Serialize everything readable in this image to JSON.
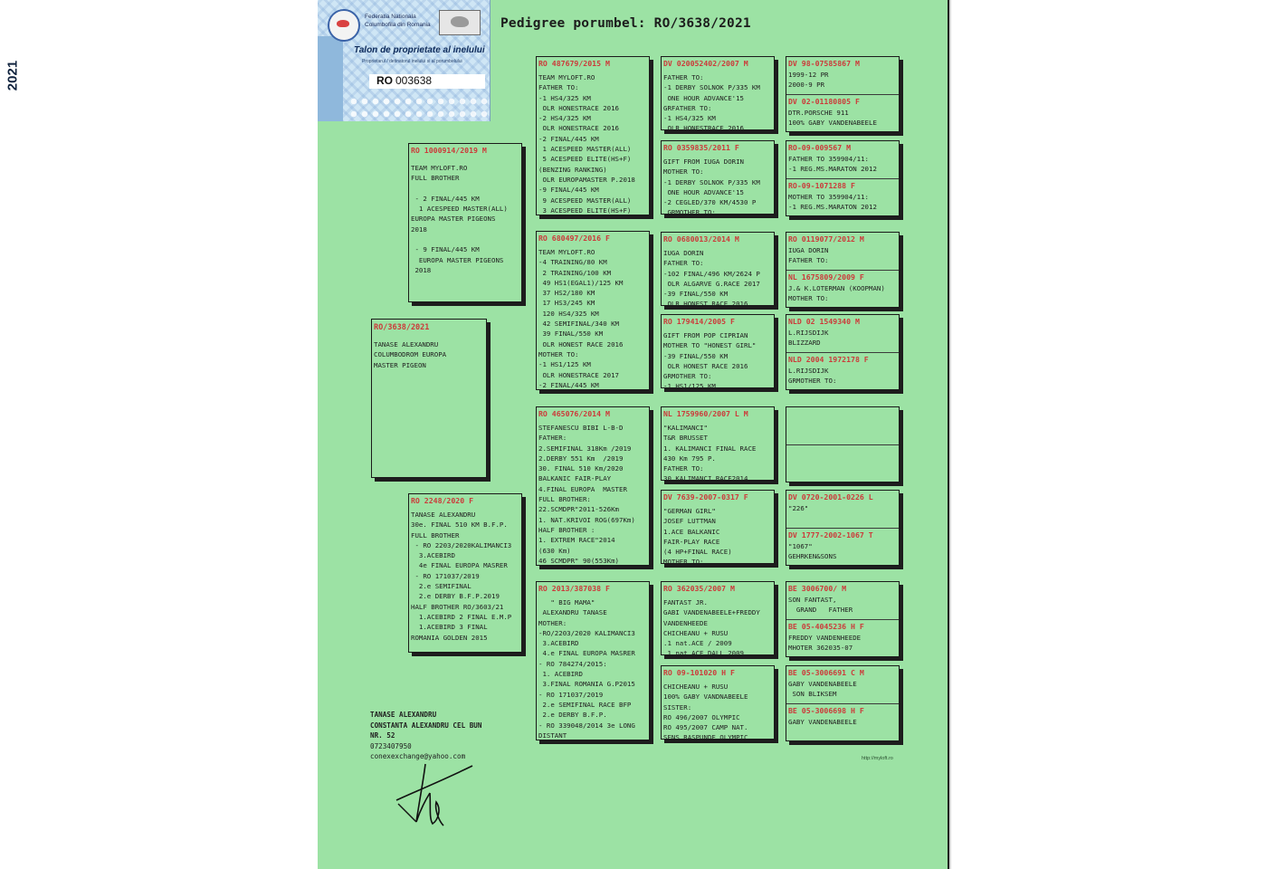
{
  "title": "Pedigree porumbel: RO/3638/2021",
  "ring_card": {
    "year": "2021",
    "federation_line1": "Federatia Nationala",
    "federation_line2": "Columbofila din Romania",
    "talon": "Talon de proprietate al inelului",
    "subtext": "Proprietarul / detinatorul inelului si al porumbelului",
    "prefix": "RO",
    "number": "003638"
  },
  "subject": {
    "ring": "RO/3638/2021",
    "info": "TANASE ALEXANDRU\nCOLUMBODROM EUROPA\nMASTER PIGEON"
  },
  "boxes": {
    "sire": {
      "ring": "RO 1000914/2019 M",
      "info": "TEAM MYLOFT.RO\nFULL BROTHER\n\n - 2 FINAL/445 KM\n  1 ACESPEED MASTER(ALL)\nEUROPA MASTER PIGEONS\n2018\n\n - 9 FINAL/445 KM\n  EUROPA MASTER PIGEONS\n 2018"
    },
    "dam": {
      "ring": "RO 2248/2020 F",
      "info": "TANASE ALEXANDRU\n30e. FINAL 510 KM B.F.P.\nFULL BROTHER\n - RO 2203/2020KALIMANCI3\n  3.ACEBIRD\n  4e FINAL EUROPA MASRER\n - RO 171037/2019\n  2.e SEMIFINAL\n  2.e DERBY B.F.P.2019\nHALF BROTHER RO/3603/21\n  1.ACEBIRD 2 FINAL E.M.P\n  1.ACEBIRD 3 FINAL\nROMANIA GOLDEN 2015"
    },
    "ss": {
      "ring": "RO 487679/2015 M",
      "info": "TEAM MYLOFT.RO\nFATHER TO:\n-1 HS4/325 KM\n OLR HONESTRACE 2016\n-2 HS4/325 KM\n OLR HONESTRACE 2016\n-2 FINAL/445 KM\n 1 ACESPEED MASTER(ALL)\n 5 ACESPEED ELITE(HS+F)\n(BENZING RANKING)\n OLR EUROPAMASTER P.2018\n-9 FINAL/445 KM\n 9 ACESPEED MASTER(ALL)\n 3 ACESPEED ELITE(HS+F)"
    },
    "sd": {
      "ring": "RO 680497/2016 F",
      "info": "TEAM MYLOFT.RO\n-4 TRAINING/80 KM\n 2 TRAINING/100 KM\n 49 HS1(EGAL1)/125 KM\n 37 HS2/180 KM\n 17 HS3/245 KM\n 120 HS4/325 KM\n 42 SEMIFINAL/340 KM\n 39 FINAL/550 KM\n OLR HONEST RACE 2016\nMOTHER TO:\n-1 HS1/125 KM\n OLR HONESTRACE 2017\n-2 FINAL/445 KM"
    },
    "ds": {
      "ring": "RO 465076/2014 M",
      "info": "STEFANESCU BIBI L-B-D\nFATHER:\n2.SEMIFINAL 318Km /2019\n2.DERBY 551 Km  /2019\n30. FINAL 510 Km/2020\nBALKANIC FAIR-PLAY\n4.FINAL EUROPA  MASTER\nFULL BROTHER:\n22.SCMDPR\"2011-526Km\n1. NAT.KRIVOI ROG(697Km)\nHALF BROTHER :\n1. EXTREM RACE\"2014\n(630 Km)\n46 SCMDPR\" 90(553Km)"
    },
    "dd": {
      "ring": "RO 2013/387038 F",
      "info": "   \" BIG MAMA\"\n ALEXANDRU TANASE\nMOTHER:\n-RO/2203/2020 KALIMANCI3\n 3.ACEBIRD\n 4.e FINAL EUROPA MASRER\n- RO 784274/2015:\n 1. ACEBIRD\n 3.FINAL ROMANIA G.P2015\n- RO 171037/2019\n 2.e SEMIFINAL RACE BFP\n 2.e DERBY B.F.P.\n- RO 339048/2014 3e LONG\nDISTANT"
    },
    "sss": {
      "ring": "DV 020052402/2007 M",
      "info": "FATHER TO:\n-1 DERBY SOLNOK P/335 KM\n ONE HOUR ADVANCE'15\nGRFATHER TO:\n-1 HS4/325 KM\n OLR HONESTRACE 2016"
    },
    "ssd": {
      "ring": "RO 0359835/2011 F",
      "info": "GIFT FROM IUGA DORIN\nMOTHER TO:\n-1 DERBY SOLNOK P/335 KM\n ONE HOUR ADVANCE'15\n-2 CEGLED/370 KM/4530 P\n GRMOTHER TO:"
    },
    "sds": {
      "ring": "RO 0680013/2014 M",
      "info": "IUGA DORIN\nFATHER TO:\n-102 FINAL/496 KM/2624 P\n OLR ALGARVE G.RACE 2017\n-39 FINAL/550 KM\n OLR HONEST RACE 2016"
    },
    "sdd": {
      "ring": "RO 179414/2005 F",
      "info": "GIFT FROM POP CIPRIAN\nMOTHER TO \"HONEST GIRL\"\n-39 FINAL/550 KM\n OLR HONEST RACE 2016\nGRMOTHER TO:\n-1 HS1/125 KM"
    },
    "dss": {
      "ring": "NL 1759960/2007 L M",
      "info": "\"KALIMANCI\"\nT&R BRUSSET\n1. KALIMANCI FINAL RACE\n430 Km 795 P.\nFATHER TO:\n30.KALIMANCI RACE2014"
    },
    "dsd": {
      "ring": "DV 7639-2007-0317 F",
      "info": "\"GERMAN GIRL\"\nJOSEF LUTTMAN\n1.ACE BALKANIC\nFAIR-PLAY RACE\n(4 HP+FINAL RACE)\nMOTHER TO:"
    },
    "dds": {
      "ring": "RO 362035/2007 M",
      "info": "FANTAST JR.\nGABI VANDENABEELE+FREDDY\nVANDENHEEDE\nCHICHEANU + RUSU\n.1 nat.ACE / 2009\n 1 nat.ACE DALL 2009"
    },
    "ddd": {
      "ring": "RO 09-101020 H F",
      "info": "CHICHEANU + RUSU\n100% GABY VANDNABEELE\nSISTER:\nRO 496/2007 OLYMPIC\nRO 495/2007 CAMP NAT.\nSENS RASPUNDE OLYMPIC"
    },
    "g1a": {
      "ring": "DV 98-07585867 M",
      "info": "1999-12 PR\n2000-9 PR"
    },
    "g1b": {
      "ring": "DV 02-01180805 F",
      "info": "DTR.PORSCHE 911\n100% GABY VANDENABEELE"
    },
    "g2a": {
      "ring": "RO-09-009567 M",
      "info": "FATHER TO 359904/11:\n-1 REG.MS.MARATON 2012"
    },
    "g2b": {
      "ring": "RO-09-1071288 F",
      "info": "MOTHER TO 359904/11:\n-1 REG.MS.MARATON 2012"
    },
    "g3a": {
      "ring": "RO 0119077/2012 M",
      "info": "IUGA DORIN\nFATHER TO:"
    },
    "g3b": {
      "ring": "NL 1675809/2009 F",
      "info": "J.& K.LOTERMAN (KOOPMAN)\nMOTHER TO:"
    },
    "g4a": {
      "ring": "NLD 02 1549340 M",
      "info": "L.RIJSDIJK\nBLIZZARD"
    },
    "g4b": {
      "ring": "NLD 2004 1972178 F",
      "info": "L.RIJSDIJK\nGRMOTHER TO:"
    },
    "g6a": {
      "ring": "DV 0720-2001-0226 L",
      "info": "\"226\""
    },
    "g6b": {
      "ring": "DV 1777-2002-1067 T",
      "info": "\"1067\"\nGEHRKEN&SONS"
    },
    "g7a": {
      "ring": "BE 3006700/ M",
      "info": "SON FANTAST,\n  GRAND   FATHER"
    },
    "g7b": {
      "ring": "BE 05-4045236 H F",
      "info": "FREDDY VANDENHEEDE\nMHOTER 362035-07"
    },
    "g8a": {
      "ring": "BE 05-3006691 C M",
      "info": "GABY VANDENABEELE\n SON BLIKSEM"
    },
    "g8b": {
      "ring": "BE 05-3006698 H F",
      "info": "GABY VANDENABEELE"
    }
  },
  "owner": {
    "name": "TANASE ALEXANDRU",
    "address1": "CONSTANTA ALEXANDRU CEL BUN",
    "address2": "NR. 52",
    "phone": "0723407950",
    "email": "conexexchange@yahoo.com"
  },
  "website": "http://myloft.ro"
}
